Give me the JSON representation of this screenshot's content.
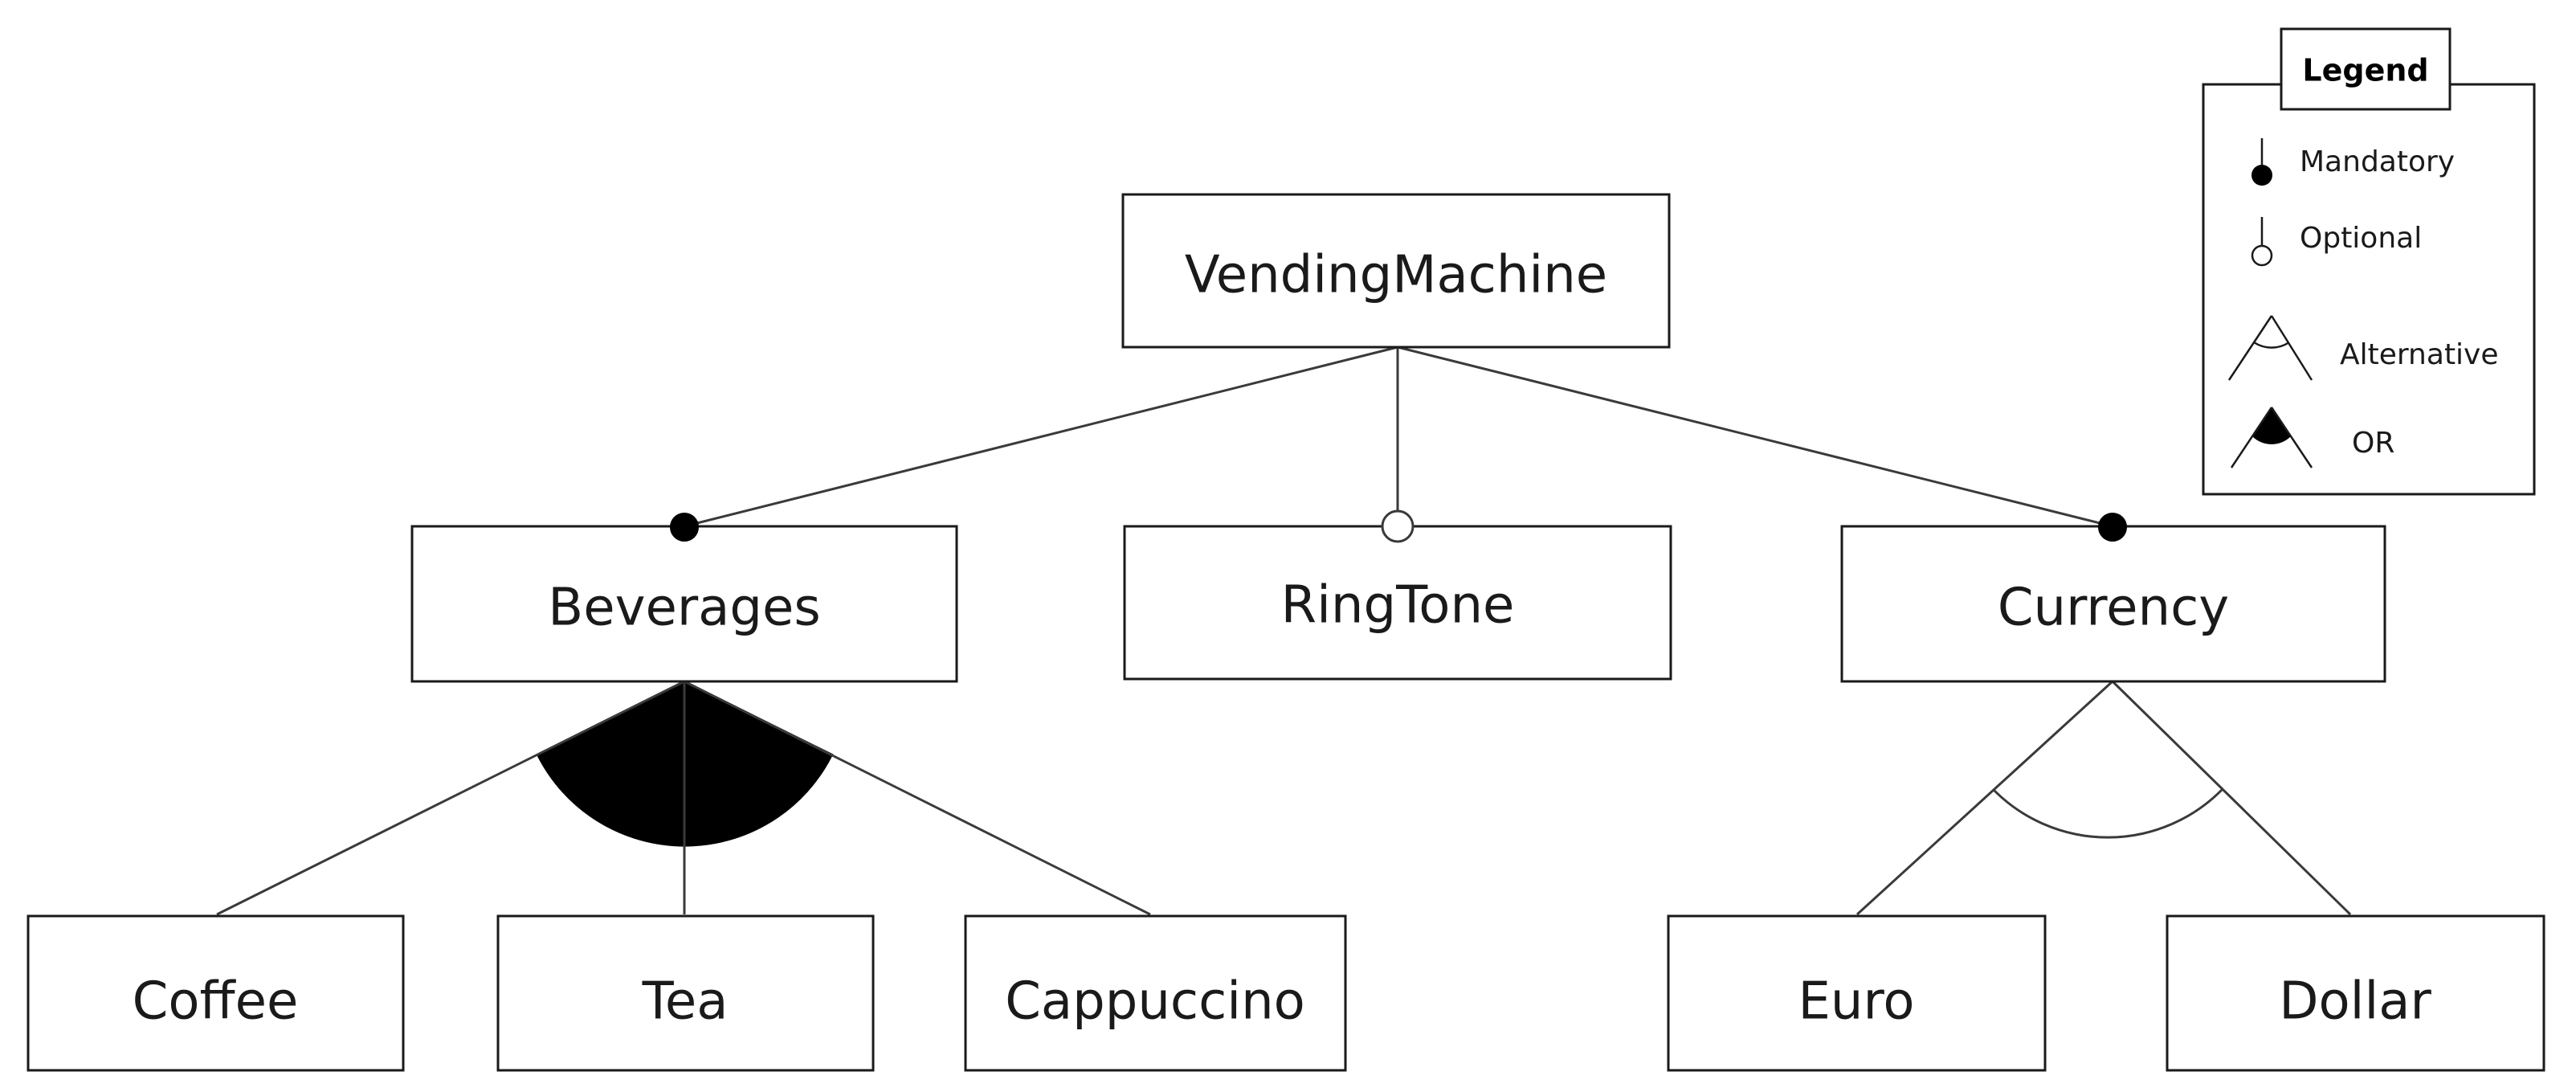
{
  "features": {
    "vending_machine": "VendingMachine",
    "beverages": "Beverages",
    "ringtone": "RingTone",
    "currency": "Currency",
    "coffee": "Coffee",
    "tea": "Tea",
    "cappuccino": "Cappuccino",
    "euro": "Euro",
    "dollar": "Dollar"
  },
  "relations": {
    "beverages": "mandatory",
    "ringtone": "optional",
    "currency": "mandatory",
    "beverages_children": "or",
    "currency_children": "alternative"
  },
  "legend": {
    "title": "Legend",
    "mandatory": "Mandatory",
    "optional": "Optional",
    "alternative": "Alternative",
    "or": "OR"
  }
}
